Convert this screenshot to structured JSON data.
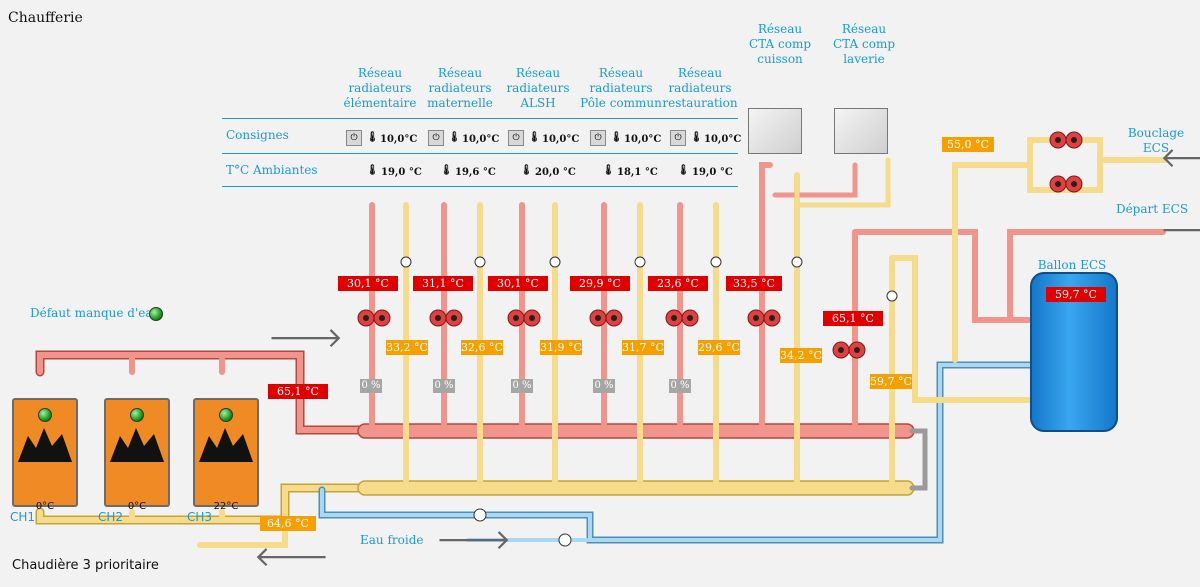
{
  "title": "Chaufferie",
  "status": "Chaudière 3 prioritaire",
  "networks": [
    {
      "label1": "Réseau",
      "label2": "radiateurs",
      "label3": "élémentaire"
    },
    {
      "label1": "Réseau",
      "label2": "radiateurs",
      "label3": "maternelle"
    },
    {
      "label1": "Réseau",
      "label2": "radiateurs",
      "label3": "ALSH"
    },
    {
      "label1": "Réseau",
      "label2": "radiateurs",
      "label3": "Pôle commun"
    },
    {
      "label1": "Réseau",
      "label2": "radiateurs",
      "label3": "restauration"
    }
  ],
  "cta": [
    {
      "label1": "Réseau",
      "label2": "CTA comp",
      "label3": "cuisson"
    },
    {
      "label1": "Réseau",
      "label2": "CTA comp",
      "label3": "laverie"
    }
  ],
  "rows": {
    "consignes": "Consignes",
    "ambiantes": "T°C Ambiantes"
  },
  "consignes": [
    "10,0°C",
    "10,0°C",
    "10,0°C",
    "10,0°C",
    "10,0°C"
  ],
  "ambiantes": [
    "19,0 °C",
    "19,6 °C",
    "20,0 °C",
    "18,1 °C",
    "19,0 °C"
  ],
  "flow_temps": [
    "30,1 °C",
    "31,1 °C",
    "30,1 °C",
    "29,9 °C",
    "23,6 °C",
    "33,5 °C"
  ],
  "return_temps": [
    "33,2 °C",
    "32,6 °C",
    "31,9 °C",
    "31,7 °C",
    "29,6 °C",
    "34,2 °C"
  ],
  "valves": [
    "0 %",
    "0 %",
    "0 %",
    "0 %",
    "0 %"
  ],
  "ecs": {
    "flow": "65,1 °C",
    "return": "59,7 °C",
    "bouclage_temp": "55,0 °C",
    "ballon_temp": "59,7 °C",
    "ballon_label": "Ballon ECS",
    "bouclage_label": "Bouclage ECS",
    "depart_label": "Départ ECS"
  },
  "collector": {
    "flow": "65,1 °C",
    "return": "64,6 °C"
  },
  "alarm": {
    "label": "Défaut manque d'eau"
  },
  "eau_froide": "Eau froide",
  "boilers": [
    {
      "name": "CH1",
      "temp": "0°C"
    },
    {
      "name": "CH2",
      "temp": "0°C"
    },
    {
      "name": "CH3",
      "temp": "22°C"
    }
  ],
  "colors": {
    "hot": "#e8736b",
    "warm": "#f3d27a",
    "cold": "#8cc8ea",
    "accent": "#1a9bd7"
  }
}
